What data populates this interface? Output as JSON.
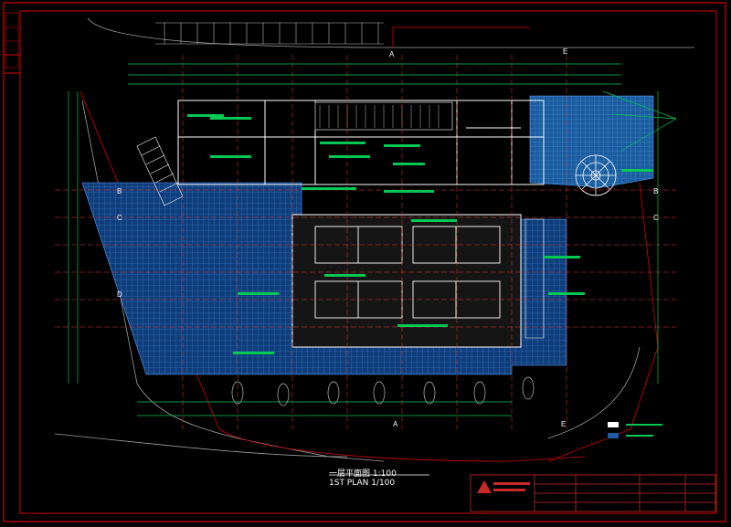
{
  "drawing": {
    "title_cn": "一层平面图  1:100",
    "title_en": "1ST PLAN  1/100",
    "section_marks": [
      "A",
      "E",
      "A",
      "E"
    ],
    "grid_marks_left": [
      "B",
      "C",
      "D"
    ],
    "grid_marks_right": [
      "B",
      "C"
    ]
  },
  "colors": {
    "background": "#000000",
    "border": "#d40000",
    "wall": "#ffffff",
    "dimension": "#00c853",
    "grid_axis": "#e53935",
    "plaza_hatch": "#1e5aa8",
    "court": "#3b3b3b",
    "titleblock": "#c62828"
  },
  "icons": [
    "spiral-stair-icon",
    "section-marker-icon",
    "grid-bubble-icon",
    "title-block-logo-icon"
  ]
}
